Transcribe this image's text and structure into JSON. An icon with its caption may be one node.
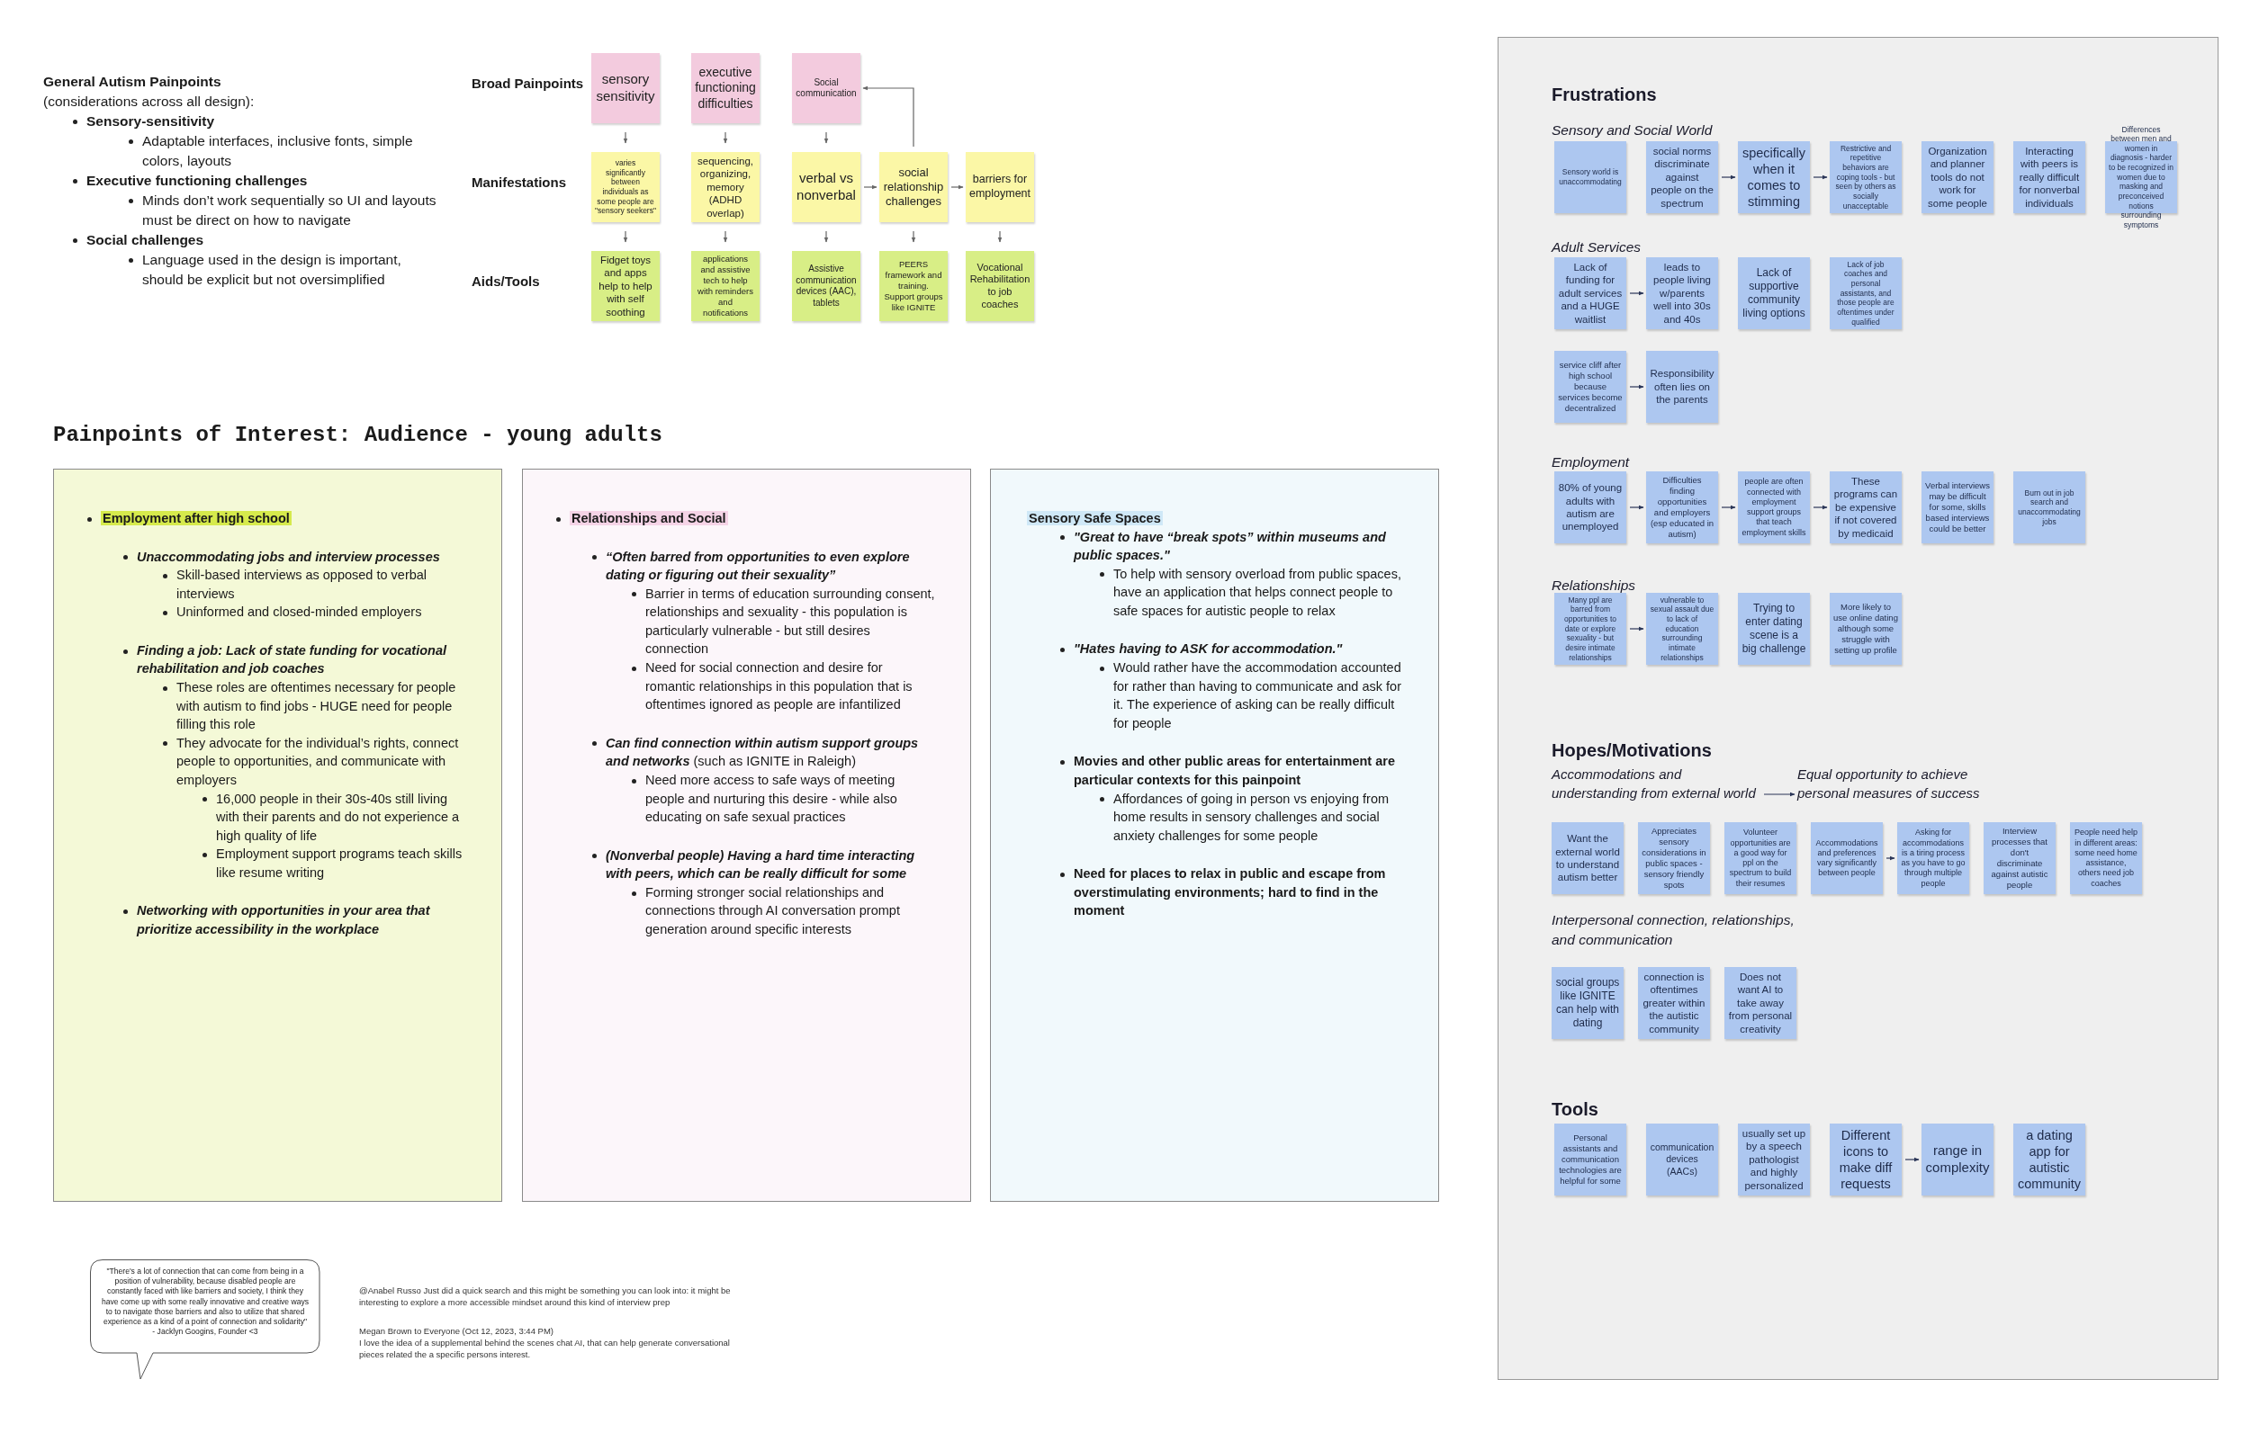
{
  "diagram": {
    "title": "Painpoints of Interest: Audience - young adults",
    "nodes": [
      {
        "text": [
          "sensory sensitivity"
        ]
      },
      {
        "text": [
          "executive functioning difficulties"
        ]
      },
      {
        "text": [
          "Social communication"
        ]
      },
      {
        "text": [
          "varies significantly between individuals as some people are \"sensory seekers\""
        ]
      },
      {
        "text": [
          "sequencing, organizing, memory (ADHD overlap)"
        ]
      },
      {
        "text": [
          "verbal vs nonverbal"
        ]
      },
      {
        "text": [
          "social relationship challenges"
        ]
      },
      {
        "text": [
          "barriers for employment"
        ]
      },
      {
        "text": [
          "Fidget toys and apps help to help with self soothing"
        ]
      },
      {
        "text": [
          "applications and assistive tech to help with reminders and notifications"
        ]
      },
      {
        "text": [
          "Assistive communication devices (AAC), tablets"
        ]
      },
      {
        "text": [
          "PEERS framework and training. Support groups like IGNITE"
        ]
      },
      {
        "text": [
          "Vocational Rehabilitation to job coaches"
        ]
      },
      {
        "text": [
          "Employment after high school",
          "Unaccommodating jobs and interview processes",
          "Skill-based interviews as opposed to verbal interviews",
          "Uninformed and closed-minded employers",
          "Finding a job: Lack of state funding for vocational rehabilitation and job coaches",
          "These roles are oftentimes necessary for people with autism to find jobs - HUGE need for people filling this role",
          "They advocate for the individual’s rights, connect people to opportunities, and communicate with employers",
          "16,000 people in their 30s-40s still living with their parents and do not experience a high quality of life",
          "Employment support programs teach skills like resume writing",
          "Networking with opportunities in your area that prioritize accessibility in the workplace"
        ]
      },
      {
        "text": [
          "Relationships and Social",
          "“Often barred from opportunities to even explore dating or figuring out their sexuality”",
          "Barrier in terms of education surrounding consent, relationships and sexuality - this population is particularly vulnerable - but still desires connection",
          "Need for social connection and desire for romantic relationships in this population that is oftentimes ignored as people are infantilized",
          "**Can find connection within autism support groups and networks** (such as IGNITE in Raleigh)",
          "Need more access to safe ways of meeting people and nurturing this desire - while also educating on safe sexual practices",
          "(Nonverbal people) Having a hard time interacting with peers, which can be really difficult for some",
          "Forming stronger social relationships and connections through AI conversation prompt generation around specific interests"
        ]
      },
      {
        "text": [
          "Sensory Safe Spaces",
          "\"Great to have “break spots” within museums and public spaces.\"",
          "To help with sensory overload from public spaces, have an application that helps connect people to safe spaces for autistic people to relax",
          "\"Hates having to ASK for accommodation.\"",
          "Would rather have the accommodation accounted for rather than having to communicate and ask for it. The experience of asking can be really difficult for people",
          "Movies and other public areas for entertainment are particular contexts for this painpoint",
          "Affordances of going in person vs enjoying from home results in sensory challenges and social anxiety challenges for some people",
          "Need for places to relax in public and escape from overstimulating environments; hard to find in the moment"
        ]
      },
      {
        "text": [
          "Frustrations",
          "Sensory and Social World",
          "Adult Services",
          "Employment",
          "Relationships",
          "Hopes/Motivations",
          "Interpersonal connection, relationships, and communication",
          "Tools"
        ]
      },
      {
        "text": [
          "Sensory world is unaccommodating"
        ],
        "in": 16
      },
      {
        "text": [
          "social norms discriminate against people on the spectrum"
        ],
        "in": 16
      },
      {
        "text": [
          "specifically when it comes to stimming"
        ],
        "in": 16
      },
      {
        "text": [
          "Restrictive and repetitive behaviors are coping tools - but seen by others as socially unacceptable"
        ],
        "in": 16
      },
      {
        "text": [
          "Organization and planner tools do not work for some people"
        ],
        "in": 16
      },
      {
        "text": [
          "Interacting with peers is really difficult for nonverbal individuals"
        ],
        "in": 16
      },
      {
        "text": [
          "Differences between men and women in diagnosis - harder to be recognized in women due to masking and preconceived notions surrounding symptoms"
        ],
        "in": 16
      },
      {
        "text": [
          "Lack of funding for adult services and a HUGE waitlist"
        ],
        "in": 16
      },
      {
        "text": [
          "leads to people living w/parents well into 30s and 40s"
        ],
        "in": 16
      },
      {
        "text": [
          "Lack of supportive community living options"
        ],
        "in": 16
      },
      {
        "text": [
          "Lack of job coaches and personal assistants, and those people are oftentimes under qualified"
        ],
        "in": 16
      },
      {
        "text": [
          "service cliff after high school because services become decentralized"
        ],
        "in": 16
      },
      {
        "text": [
          "Responsibility often lies on the parents"
        ],
        "in": 16
      },
      {
        "text": [
          "80% of young adults with autism are unemployed"
        ],
        "in": 16
      },
      {
        "text": [
          "Difficulties finding opportunities and employers (esp educated in autism)"
        ],
        "in": 16
      },
      {
        "text": [
          "people are often connected with employment support groups that teach employment skills"
        ],
        "in": 16
      },
      {
        "text": [
          "These programs can be expensive if not covered by medicaid"
        ],
        "in": 16
      },
      {
        "text": [
          "Verbal interviews may be difficult for some, skills based interviews could be better"
        ],
        "in": 16
      },
      {
        "text": [
          "Burn out in job search and unaccommodating jobs"
        ],
        "in": 16
      },
      {
        "text": [
          "Many ppl are barred from opportunities to date or explore sexuality - but desire intimate relationships"
        ],
        "in": 16
      },
      {
        "text": [
          "vulnerable to sexual assault due to lack of education surrounding intimate relationships"
        ],
        "in": 16
      },
      {
        "text": [
          "Trying to enter dating scene is a big challenge"
        ],
        "in": 16
      },
      {
        "text": [
          "More likely to use online dating although some struggle with setting up profile"
        ],
        "in": 16
      },
      {
        "text": [
          "Accommodations and understanding from external world"
        ],
        "in": 16
      },
      {
        "text": [
          "Equal opportunity to achieve personal measures of success"
        ],
        "in": 16
      },
      {
        "text": [
          "Want the external world to understand autism better"
        ],
        "in": 16
      },
      {
        "text": [
          "Appreciates sensory considerations in public spaces - sensory friendly spots"
        ],
        "in": 16
      },
      {
        "text": [
          "Volunteer opportunities are a good way for ppl on the spectrum to build their resumes"
        ],
        "in": 16
      },
      {
        "text": [
          "Accommodations and preferences vary significantly between people"
        ],
        "in": 16
      },
      {
        "text": [
          "Asking for accommodations is a tiring process as you have to go through multiple people"
        ],
        "in": 16
      },
      {
        "text": [
          "Interview processes that don't discriminate against autistic people"
        ],
        "in": 16
      },
      {
        "text": [
          "People need help in different areas: some need home assistance, others need job coaches"
        ],
        "in": 16
      },
      {
        "text": [
          "social groups like IGNITE can help with dating"
        ],
        "in": 16
      },
      {
        "text": [
          "connection is oftentimes greater within the autistic community"
        ],
        "in": 16
      },
      {
        "text": [
          "Does not want AI to take away from personal creativity"
        ],
        "in": 16
      },
      {
        "text": [
          "Personal assistants and communication technologies are helpful for some"
        ],
        "in": 16
      },
      {
        "text": [
          "communication devices (AACs)"
        ],
        "in": 16
      },
      {
        "text": [
          "usually set up by a speech pathologist and highly personalized"
        ],
        "in": 16
      },
      {
        "text": [
          "Different icons to make diff requests"
        ],
        "in": 16
      },
      {
        "text": [
          "range in complexity"
        ],
        "in": 16
      },
      {
        "text": [
          "a dating app for autistic community"
        ],
        "in": 16
      },
      {
        "text": [
          "\"There's a lot of connection that can come from being in a position of vulnerability, because disabled people are constantly faced with like barriers and society, I think they have come up with some really innovative and creative ways to to navigate those barriers and also to utilize that shared experience as a kind of a point of connection and solidarity\"",
          "- Jacklyn Googins, Founder <3"
        ]
      }
    ],
    "edges": [
      {
        "from": 0,
        "to": 3,
        "arrow": "to"
      },
      {
        "from": 1,
        "to": 4,
        "arrow": "to"
      },
      {
        "from": 2,
        "to": 5,
        "arrow": "to"
      },
      {
        "from": 6,
        "to": 2,
        "arrow": "to"
      },
      {
        "from": 5,
        "to": 6,
        "arrow": "to"
      },
      {
        "from": 6,
        "to": 7,
        "arrow": "to"
      },
      {
        "from": 3,
        "to": 8,
        "arrow": "to"
      },
      {
        "from": 4,
        "to": 9,
        "arrow": "to"
      },
      {
        "from": 5,
        "to": 10,
        "arrow": "to"
      },
      {
        "from": 6,
        "to": 11,
        "arrow": "to"
      },
      {
        "from": 7,
        "to": 12,
        "arrow": "to"
      },
      {
        "from": 18,
        "to": 19,
        "arrow": "to"
      },
      {
        "from": 19,
        "to": 20,
        "arrow": "to"
      },
      {
        "from": 24,
        "to": 25,
        "arrow": "to"
      },
      {
        "from": 28,
        "to": 29,
        "arrow": "to"
      },
      {
        "from": 30,
        "to": 31,
        "arrow": "to"
      },
      {
        "from": 31,
        "to": 32,
        "arrow": "to"
      },
      {
        "from": 32,
        "to": 33,
        "arrow": "to"
      },
      {
        "from": 36,
        "to": 37,
        "arrow": "to"
      },
      {
        "from": 40,
        "to": 41,
        "arrow": "to"
      },
      {
        "from": 45,
        "to": 46,
        "arrow": "to"
      },
      {
        "from": 55,
        "to": 56,
        "arrow": "to"
      }
    ],
    "labels": [
      "General Autism Painpoints",
      "(considerations across all design):",
      "Sensory-sensitivity",
      "Adaptable interfaces, inclusive fonts, simple colors, layouts",
      "Executive functioning challenges",
      "Minds don’t work sequentially so UI and layouts must be direct on how to navigate",
      "Social challenges",
      "Language used in the design is important, should be explicit but not oversimplified",
      "Broad Painpoints",
      "Manifestations",
      "Aids/Tools",
      "@Anabel Russo Just did a quick search and this might be something you can look into: it might be interesting to explore a more accessible mindset around this kind of interview prep",
      "Megan Brown to Everyone (Oct 12, 2023, 3:44 PM)",
      "I love the idea of a supplemental behind the scenes chat AI, that can help generate conversational pieces related the a specific persons interest."
    ]
  }
}
